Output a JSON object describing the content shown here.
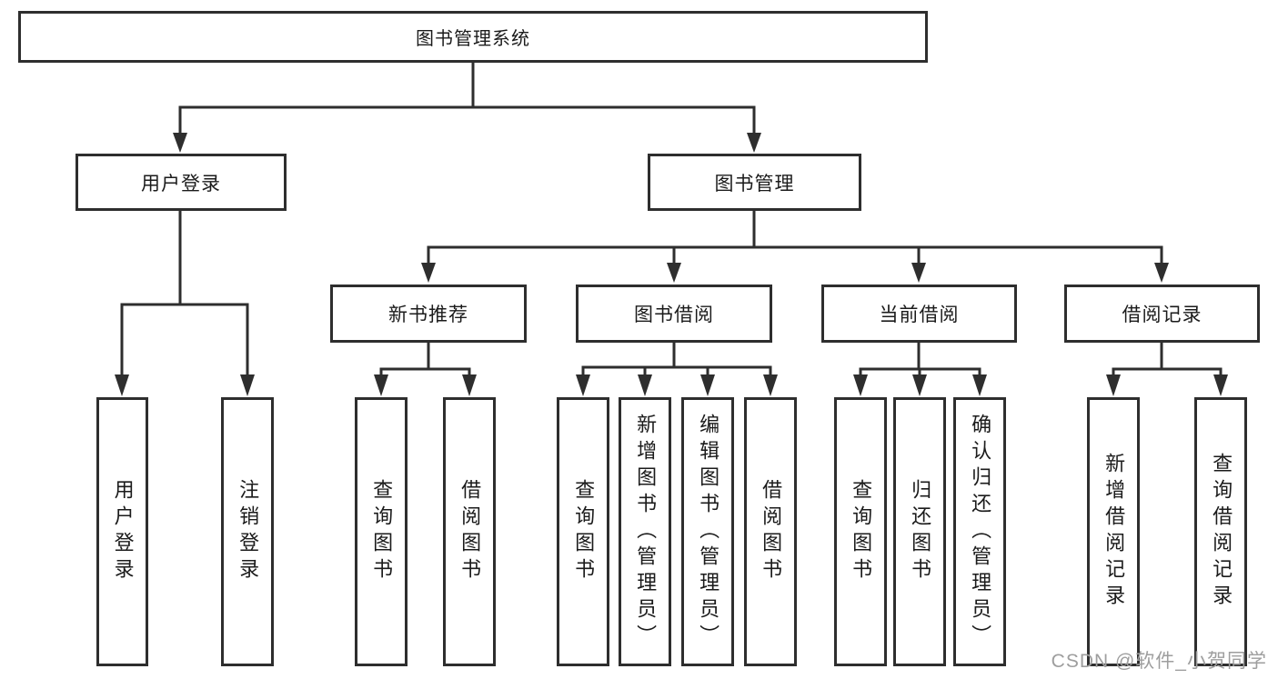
{
  "diagram": {
    "type": "tree",
    "colors": {
      "line": "#2e2e2e",
      "box_border": "#2e2e2e",
      "box_fill": "#ffffff",
      "text": "#1b1b1b",
      "watermark": "#9e9e9e",
      "background": "#ffffff"
    },
    "nodes": {
      "root": "图书管理系统",
      "user_login": "用户登录",
      "book_management": "图书管理",
      "new_book_recommend": "新书推荐",
      "book_borrow": "图书借阅",
      "current_borrow": "当前借阅",
      "borrow_record": "借阅记录",
      "leaf_user_login": "用户登录",
      "leaf_logout": "注销登录",
      "leaf_query_book_recommend": "查询图书",
      "leaf_borrow_book_recommend": "借阅图书",
      "leaf_query_book_borrow": "查询图书",
      "leaf_add_book_admin": "新增图书（管理员）",
      "leaf_edit_book_admin": "编辑图书（管理员）",
      "leaf_borrow_book_borrow": "借阅图书",
      "leaf_query_book_current": "查询图书",
      "leaf_return_book": "归还图书",
      "leaf_confirm_return_admin": "确认归还（管理员）",
      "leaf_add_borrow_record": "新增借阅记录",
      "leaf_query_borrow_record": "查询借阅记录"
    },
    "edges": [
      [
        "root",
        "user_login"
      ],
      [
        "root",
        "book_management"
      ],
      [
        "user_login",
        "leaf_user_login"
      ],
      [
        "user_login",
        "leaf_logout"
      ],
      [
        "book_management",
        "new_book_recommend"
      ],
      [
        "book_management",
        "book_borrow"
      ],
      [
        "book_management",
        "current_borrow"
      ],
      [
        "book_management",
        "borrow_record"
      ],
      [
        "new_book_recommend",
        "leaf_query_book_recommend"
      ],
      [
        "new_book_recommend",
        "leaf_borrow_book_recommend"
      ],
      [
        "book_borrow",
        "leaf_query_book_borrow"
      ],
      [
        "book_borrow",
        "leaf_add_book_admin"
      ],
      [
        "book_borrow",
        "leaf_edit_book_admin"
      ],
      [
        "book_borrow",
        "leaf_borrow_book_borrow"
      ],
      [
        "current_borrow",
        "leaf_query_book_current"
      ],
      [
        "current_borrow",
        "leaf_return_book"
      ],
      [
        "current_borrow",
        "leaf_confirm_return_admin"
      ],
      [
        "borrow_record",
        "leaf_add_borrow_record"
      ],
      [
        "borrow_record",
        "leaf_query_borrow_record"
      ]
    ],
    "watermark": "CSDN @软件_小贺同学"
  }
}
